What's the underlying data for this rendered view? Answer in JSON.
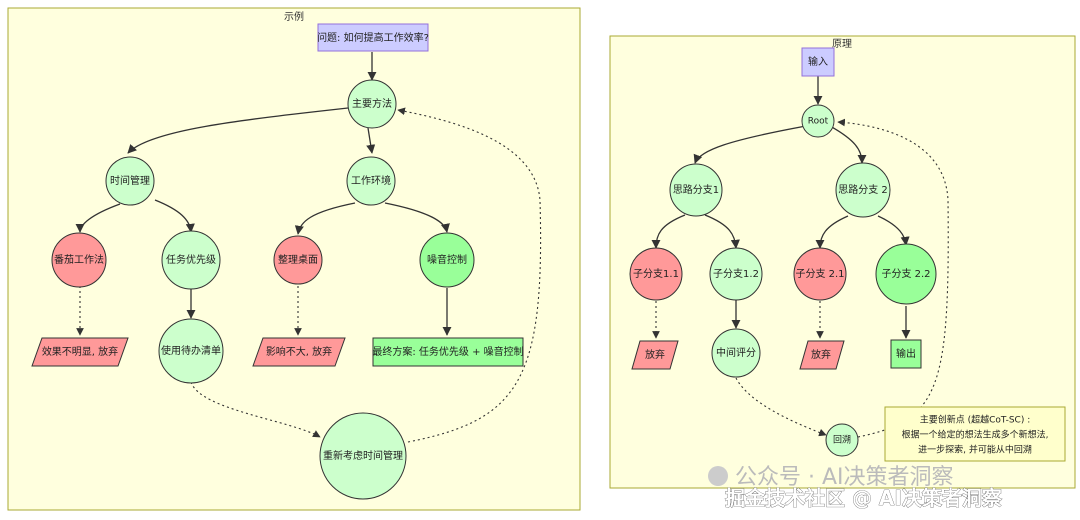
{
  "left_panel": {
    "title": "示例",
    "question": "问题: 如何提高工作效率?",
    "main": "主要方法",
    "time_mgmt": "时间管理",
    "work_env": "工作环境",
    "pomodoro": "番茄工作法",
    "priority": "任务优先级",
    "desk": "整理桌面",
    "noise": "噪音控制",
    "effect_unclear": "效果不明显, 放弃",
    "todo": "使用待办清单",
    "little_effect": "影响不大, 放弃",
    "final": "最终方案: 任务优先级 + 噪音控制",
    "reconsider": "重新考虑时间管理"
  },
  "right_panel": {
    "title": "原理",
    "input": "输入",
    "root": "Root",
    "branch1": "思路分支1",
    "branch2": "思路分支 2",
    "sub11": "子分支1.1",
    "sub12": "子分支1.2",
    "sub21": "子分支 2.1",
    "sub22": "子分支 2.2",
    "abandon1": "放弃",
    "eval": "中间评分",
    "abandon2": "放弃",
    "output": "输出",
    "backtrack": "回溯",
    "note_line1": "主要创新点 (超越CoT-SC) :",
    "note_line2": "根据一个给定的想法生成多个新想法,",
    "note_line3": "进一步探索, 并可能从中回溯"
  },
  "watermark": {
    "line1": "公众号 · AI决策者洞察",
    "line2": "掘金技术社区 @ AI决策者洞察"
  }
}
